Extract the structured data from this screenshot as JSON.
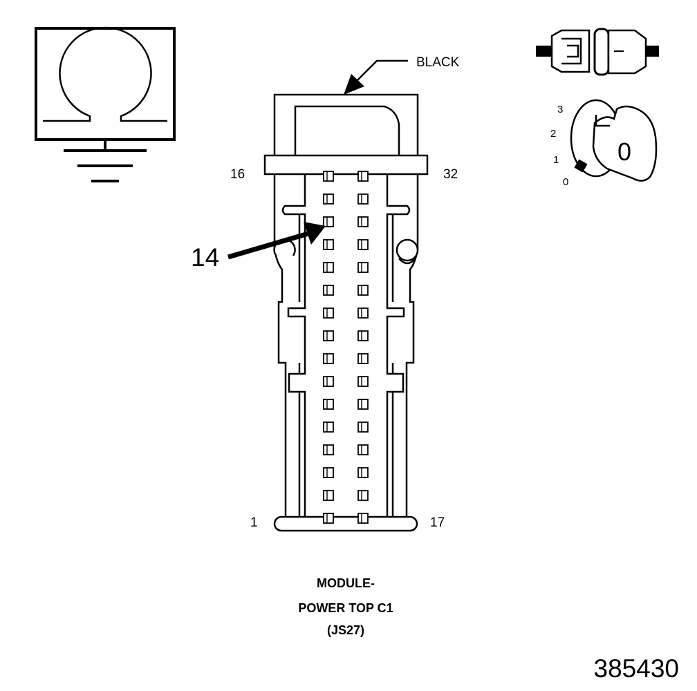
{
  "wire_color_label": "BLACK",
  "pin_labels": {
    "top_left": "16",
    "top_right": "32",
    "bottom_left": "1",
    "bottom_right": "17"
  },
  "callout": {
    "pin": "14"
  },
  "caption": [
    "MODULE-",
    "POWER TOP C1",
    "(JS27)"
  ],
  "figure_number": "385430",
  "ignition_key": {
    "positions": [
      "3",
      "2",
      "1",
      "0"
    ],
    "selected": "0",
    "key_face": "0"
  },
  "pin_count": 32
}
